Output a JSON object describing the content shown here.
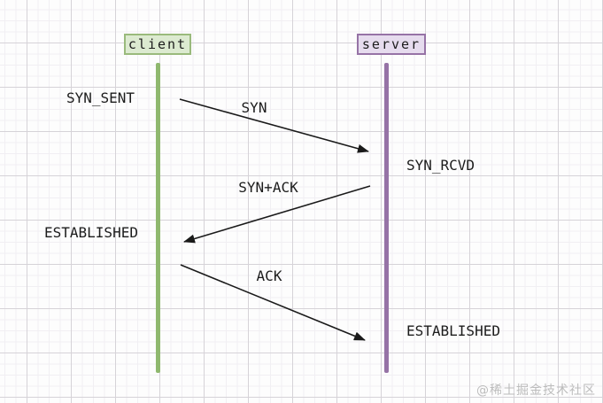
{
  "diagram": {
    "actors": [
      {
        "id": "client",
        "label": "client",
        "fill": "#dcead0",
        "border": "#9aba7c",
        "lifeline_color": "#8fb86e"
      },
      {
        "id": "server",
        "label": "server",
        "fill": "#e6dcee",
        "border": "#9673a6",
        "lifeline_color": "#9673a6"
      }
    ],
    "states": [
      {
        "label": "SYN_SENT",
        "actor": "client"
      },
      {
        "label": "SYN_RCVD",
        "actor": "server"
      },
      {
        "label": "ESTABLISHED",
        "actor": "client"
      },
      {
        "label": "ESTABLISHED",
        "actor": "server"
      }
    ],
    "messages": [
      {
        "label": "SYN",
        "from": "client",
        "to": "server"
      },
      {
        "label": "SYN+ACK",
        "from": "server",
        "to": "client"
      },
      {
        "label": "ACK",
        "from": "client",
        "to": "server"
      }
    ],
    "watermark": "@稀土掘金技术社区",
    "colors": {
      "background": "#fdfdfd",
      "grid_major": "#d6d3d8",
      "grid_minor": "#f1eff3",
      "arrow": "#1a1a1a",
      "text": "#1c1c1c",
      "watermark": "#bcbcbc"
    }
  }
}
